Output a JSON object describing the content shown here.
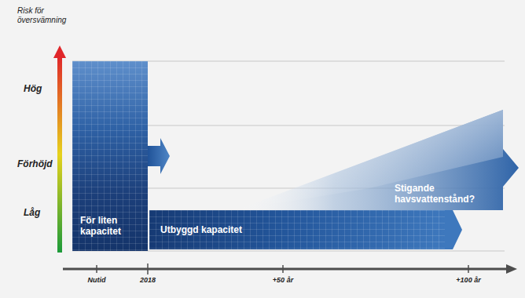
{
  "diagram": {
    "nodes": [
      {
        "text": [
          "För liten kapacitet"
        ]
      },
      {
        "text": [
          "Utbyggd kapacitet"
        ]
      },
      {
        "text": [
          "Stigande havsvattenstånd?"
        ]
      }
    ],
    "labels": [
      "Risk för översvämning",
      "Hög",
      "Förhöjd",
      "Låg",
      "Nutid",
      "2018",
      "+50 år",
      "+100 år"
    ]
  }
}
